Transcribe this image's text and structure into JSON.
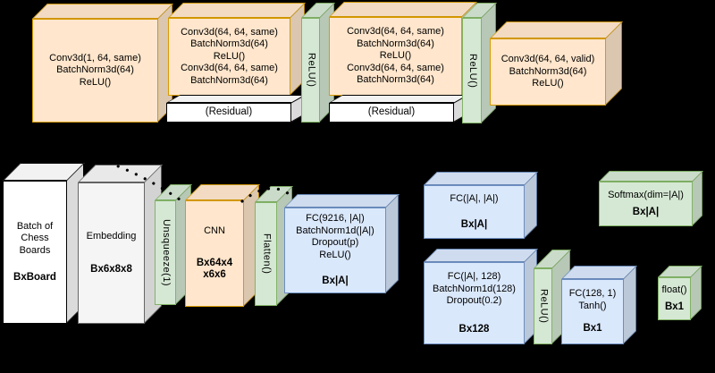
{
  "palette": {
    "background": "#000000",
    "orange_fill": "#ffe6cc",
    "orange_stroke": "#d79b00",
    "green_fill": "#d5e8d4",
    "green_stroke": "#82b366",
    "blue_fill": "#dae8fc",
    "blue_stroke": "#6c8ebf",
    "gray_fill": "#f5f5f5",
    "gray_stroke": "#666666",
    "white_fill": "#ffffff",
    "white_stroke": "#000000",
    "text_color": "#000000"
  },
  "conv_stack": {
    "conv_in": {
      "text": "Conv3d(1, 64, same)\nBatchNorm3d(64)\nReLU()"
    },
    "residual_block_1": {
      "text": "Conv3d(64, 64, same)\nBatchNorm3d(64)\nReLU()\nConv3d(64, 64, same)\nBatchNorm3d(64)",
      "tag": "(Residual)"
    },
    "relu_1": {
      "text": "ReLU()"
    },
    "residual_block_2": {
      "text": "Conv3d(64, 64, same)\nBatchNorm3d(64)\nReLU()\nConv3d(64, 64, same)\nBatchNorm3d(64)",
      "tag": "(Residual)"
    },
    "relu_2": {
      "text": "ReLU()"
    },
    "conv_out": {
      "text": "Conv3d(64, 64, valid)\nBatchNorm3d(64)\nReLU()"
    }
  },
  "pipeline": {
    "input": {
      "text": "Batch of\nChess\nBoards",
      "dim": "BxBoard"
    },
    "embedding": {
      "text": "Embedding",
      "dim": "Bx6x8x8"
    },
    "unsqueeze": {
      "text": "Unsqueeze(1)"
    },
    "cnn": {
      "text": "CNN",
      "dim": "Bx64x4\nx6x6"
    },
    "flatten": {
      "text": "Flatten()"
    },
    "fc_shared": {
      "text": "FC(9216, |A|)\nBatchNorm1d(|A|)\nDropout(p)\nReLU()",
      "dim": "Bx|A|"
    },
    "fc_policy": {
      "text": "FC(|A|, |A|)",
      "dim": "Bx|A|"
    },
    "softmax": {
      "text": "Softmax(dim=|A|)",
      "dim": "Bx|A|"
    },
    "fc_value": {
      "text": "FC(|A|, 128)\nBatchNorm1d(128)\nDropout(0.2)",
      "dim": "Bx128"
    },
    "relu_3": {
      "text": "ReLU()"
    },
    "fc_out": {
      "text": "FC(128, 1)\nTanh()",
      "dim": "Bx1"
    },
    "to_float": {
      "text": "float()",
      "dim": "Bx1"
    }
  }
}
